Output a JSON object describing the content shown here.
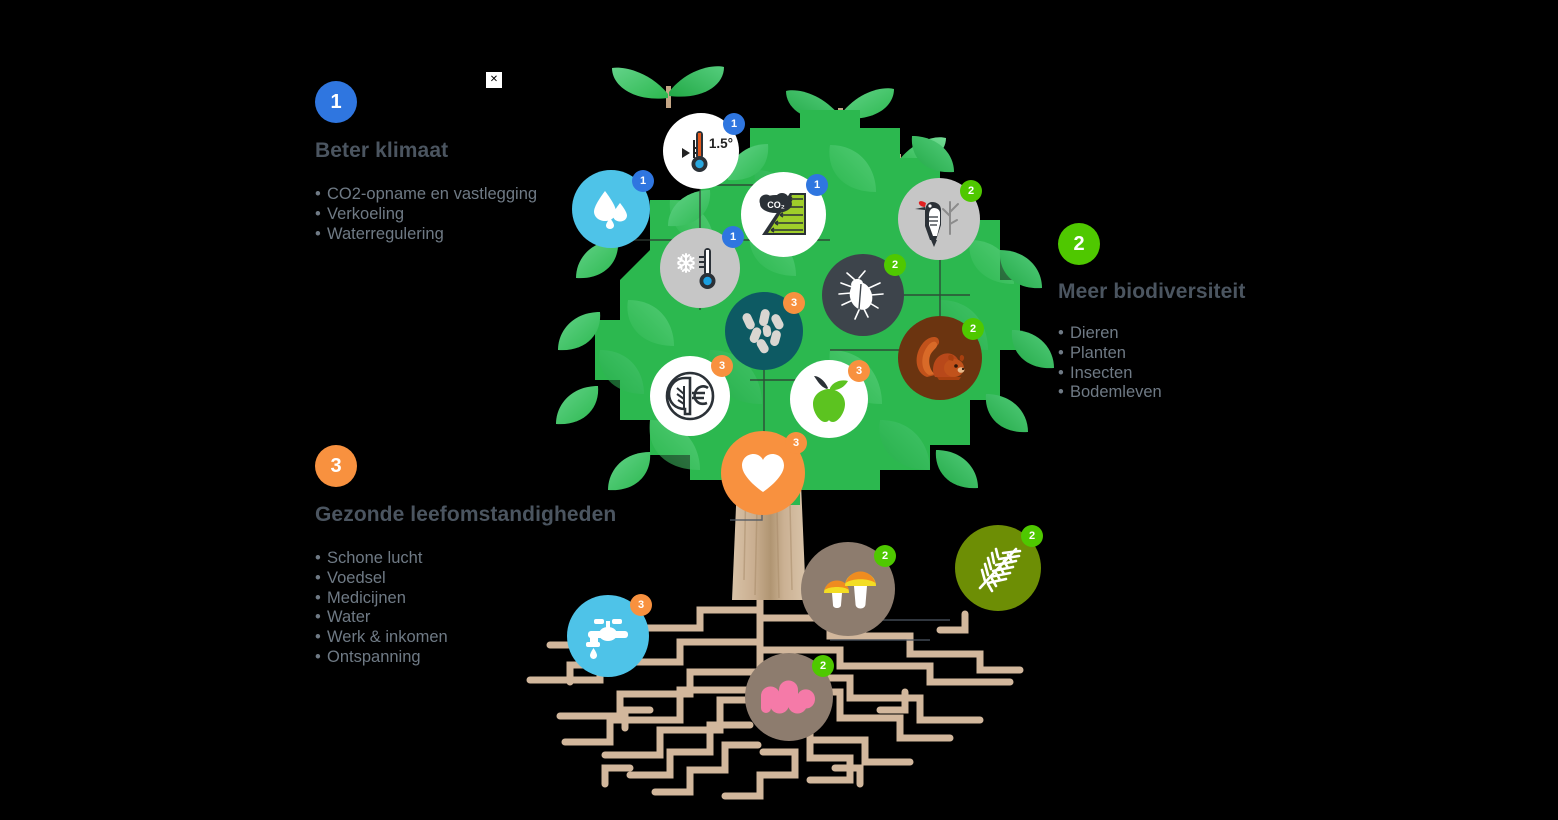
{
  "page": {
    "background": "#000000",
    "title_color": "#4b5560",
    "body_color": "#6f7a85"
  },
  "colors": {
    "blue": "#2f76e0",
    "green": "#4fc800",
    "orange": "#f8913f",
    "canopy_green": "#2cb84f",
    "canopy_green_dark": "#25a745",
    "trunk": "#c8ab8d",
    "root": "#d2b79c",
    "sky_blue": "#4ec3e8",
    "grey": "#c6c6c6",
    "dark_slate": "#3d444b",
    "teal": "#0d5a63",
    "brown": "#6b3410",
    "soil_brown": "#8d7c6e",
    "olive": "#6d8e05",
    "pink": "#f57aa8",
    "apple_green": "#5cc320"
  },
  "broken_image": {
    "name": "broken-image-placeholder",
    "glyph": "✕"
  },
  "sections": [
    {
      "id": 1,
      "number": "1",
      "badge_color": "#2f76e0",
      "title": "Beter klimaat",
      "items": [
        "CO2-opname en vastlegging",
        "Verkoeling",
        "Waterregulering"
      ]
    },
    {
      "id": 2,
      "number": "2",
      "badge_color": "#4fc800",
      "title": "Meer biodiversiteit",
      "items": [
        "Dieren",
        "Planten",
        "Insecten",
        "Bodemleven"
      ]
    },
    {
      "id": 3,
      "number": "3",
      "badge_color": "#f8913f",
      "title": "Gezonde leefomstandigheden",
      "items": [
        "Schone lucht",
        "Voedsel",
        "Medicijnen",
        "Water",
        "Werk & inkomen",
        "Ontspanning"
      ]
    }
  ],
  "icons": [
    {
      "name": "thermometer-warming-icon",
      "label": "1.5°",
      "badge": "1",
      "badge_color": "#2f76e0",
      "bubble_color": "#ffffff"
    },
    {
      "name": "water-drops-icon",
      "label": "",
      "badge": "1",
      "badge_color": "#2f76e0",
      "bubble_color": "#4ec3e8"
    },
    {
      "name": "co2-absorption-leaf-icon",
      "label": "CO₂",
      "badge": "1",
      "badge_color": "#2f76e0",
      "bubble_color": "#ffffff"
    },
    {
      "name": "thermometer-cooling-icon",
      "label": "",
      "badge": "1",
      "badge_color": "#2f76e0",
      "bubble_color": "#c6c6c6"
    },
    {
      "name": "woodpecker-bird-icon",
      "label": "",
      "badge": "2",
      "badge_color": "#4fc800",
      "bubble_color": "#c6c6c6"
    },
    {
      "name": "beetle-insect-icon",
      "label": "",
      "badge": "2",
      "badge_color": "#4fc800",
      "bubble_color": "#3d444b"
    },
    {
      "name": "squirrel-animal-icon",
      "label": "",
      "badge": "2",
      "badge_color": "#4fc800",
      "bubble_color": "#6b3410"
    },
    {
      "name": "medicine-pills-icon",
      "label": "",
      "badge": "3",
      "badge_color": "#f8913f",
      "bubble_color": "#0d5a63"
    },
    {
      "name": "tree-euro-income-icon",
      "label": "€",
      "badge": "3",
      "badge_color": "#f8913f",
      "bubble_color": "#ffffff"
    },
    {
      "name": "apple-food-icon",
      "label": "",
      "badge": "3",
      "badge_color": "#f8913f",
      "bubble_color": "#ffffff"
    },
    {
      "name": "heart-health-icon",
      "label": "",
      "badge": "3",
      "badge_color": "#f8913f",
      "bubble_color": "#f8913f"
    },
    {
      "name": "water-tap-icon",
      "label": "",
      "badge": "3",
      "badge_color": "#f8913f",
      "bubble_color": "#4ec3e8"
    },
    {
      "name": "mushrooms-fungi-icon",
      "label": "",
      "badge": "2",
      "badge_color": "#4fc800",
      "bubble_color": "#8d7c6e"
    },
    {
      "name": "fern-plant-icon",
      "label": "",
      "badge": "2",
      "badge_color": "#4fc800",
      "bubble_color": "#6d8e05"
    },
    {
      "name": "earthworm-soil-icon",
      "label": "",
      "badge": "2",
      "badge_color": "#4fc800",
      "bubble_color": "#8d7c6e"
    }
  ]
}
